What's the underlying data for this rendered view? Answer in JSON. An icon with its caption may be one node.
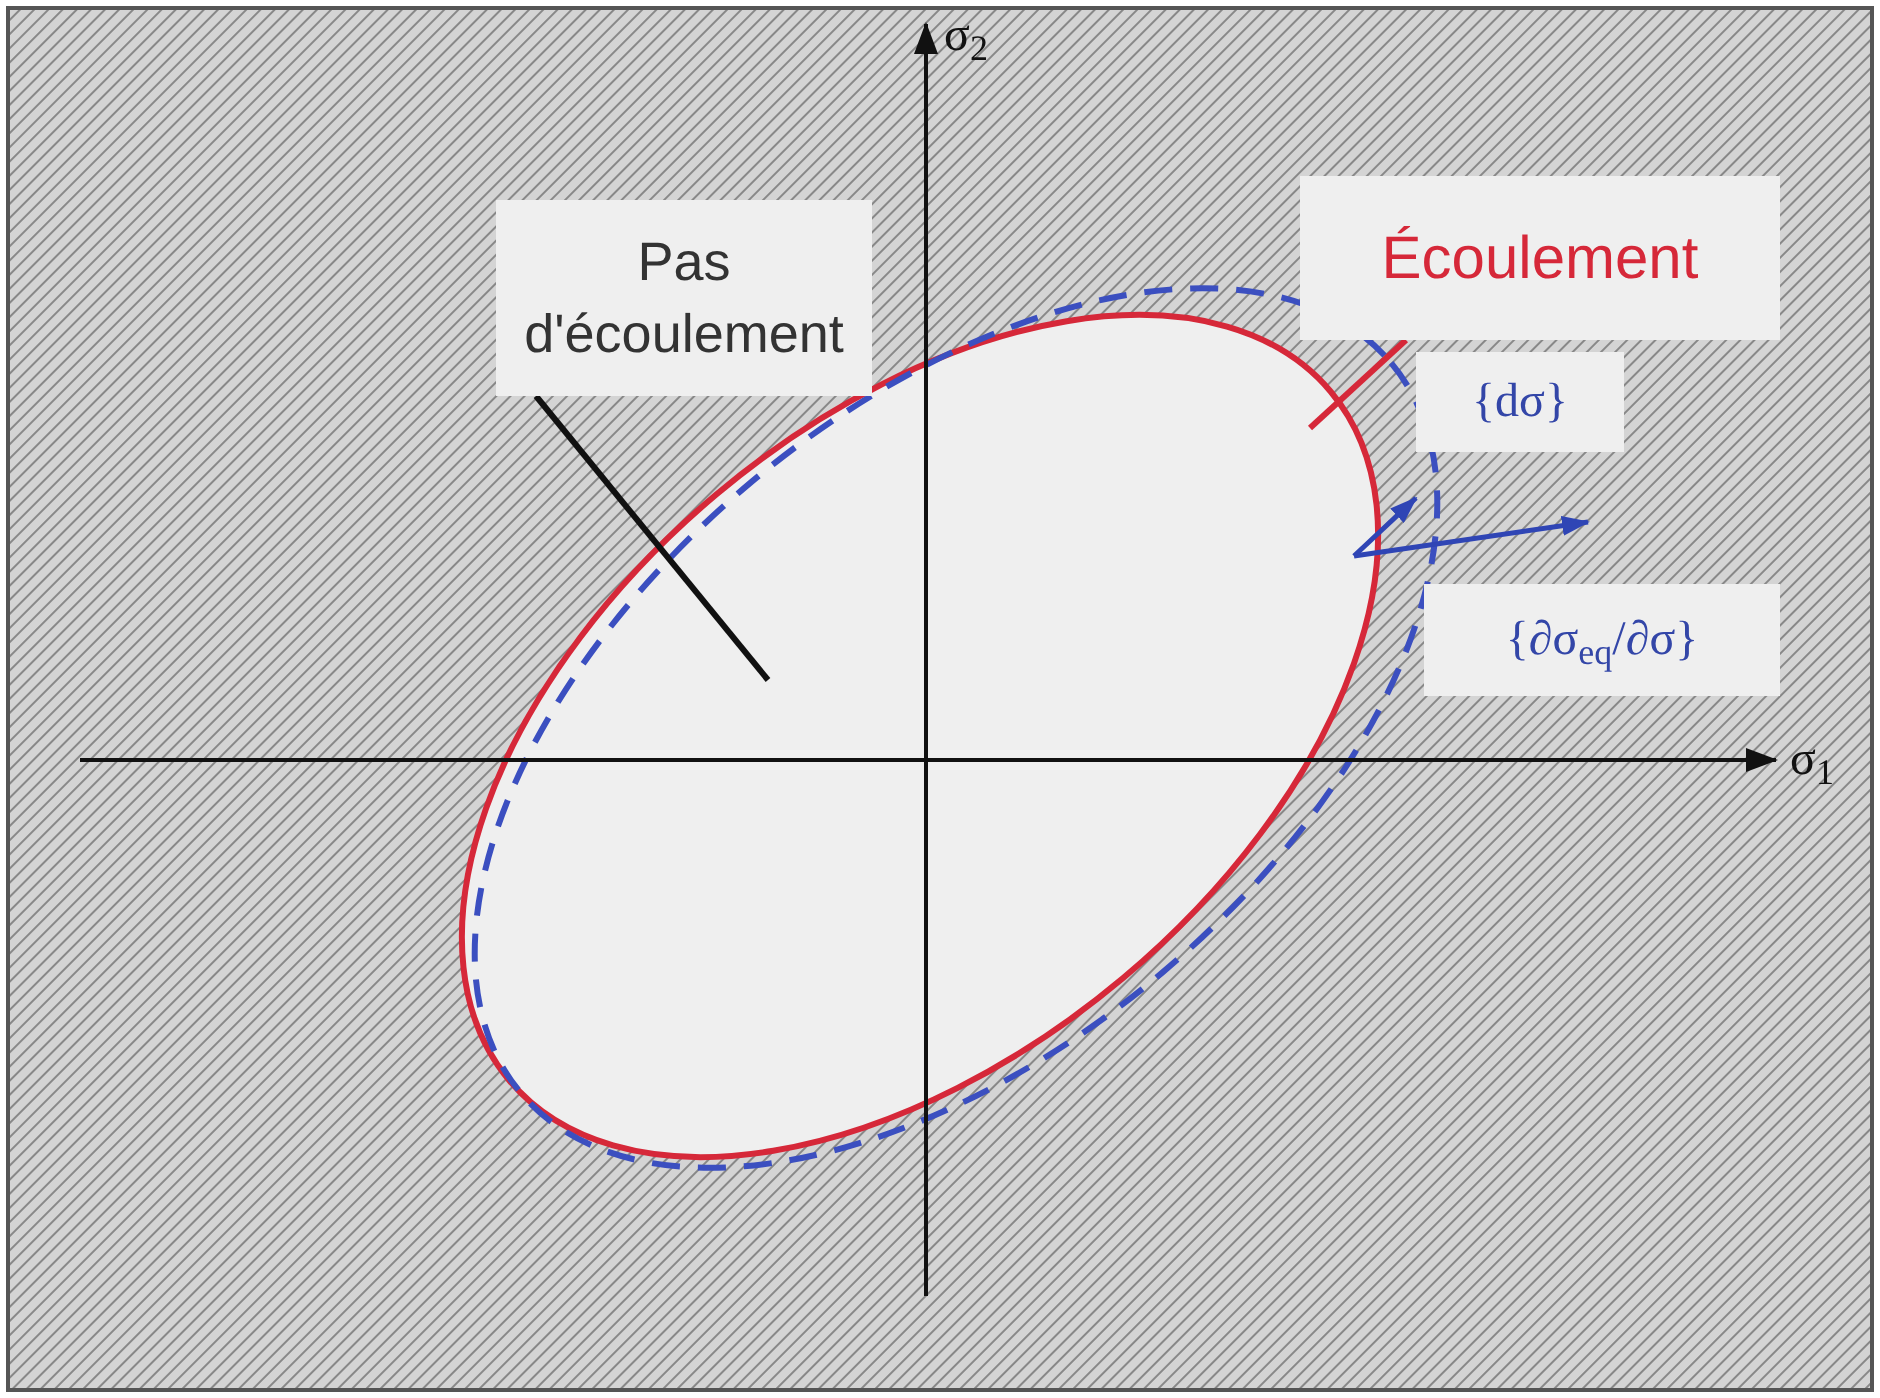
{
  "diagram": {
    "nodes": [
      {
        "text": [
          "Pas d'écoulement"
        ]
      },
      {
        "text": [
          "Écoulement"
        ]
      },
      {
        "text": [],
        "shape": "ellipse"
      },
      {
        "text": [],
        "shape": "ellipse"
      },
      {
        "text": [
          "{dσ}"
        ]
      },
      {
        "text": [
          "{∂σ$_{eq}$/∂σ}"
        ]
      }
    ],
    "edges": [
      {
        "from": 0,
        "to": 2,
        "arrow": "none"
      },
      {
        "from": 1,
        "to": 2,
        "arrow": "none",
        "color": "#d62839"
      }
    ],
    "labels": [
      "σ$_{2}$",
      "σ$_{1}$"
    ]
  }
}
